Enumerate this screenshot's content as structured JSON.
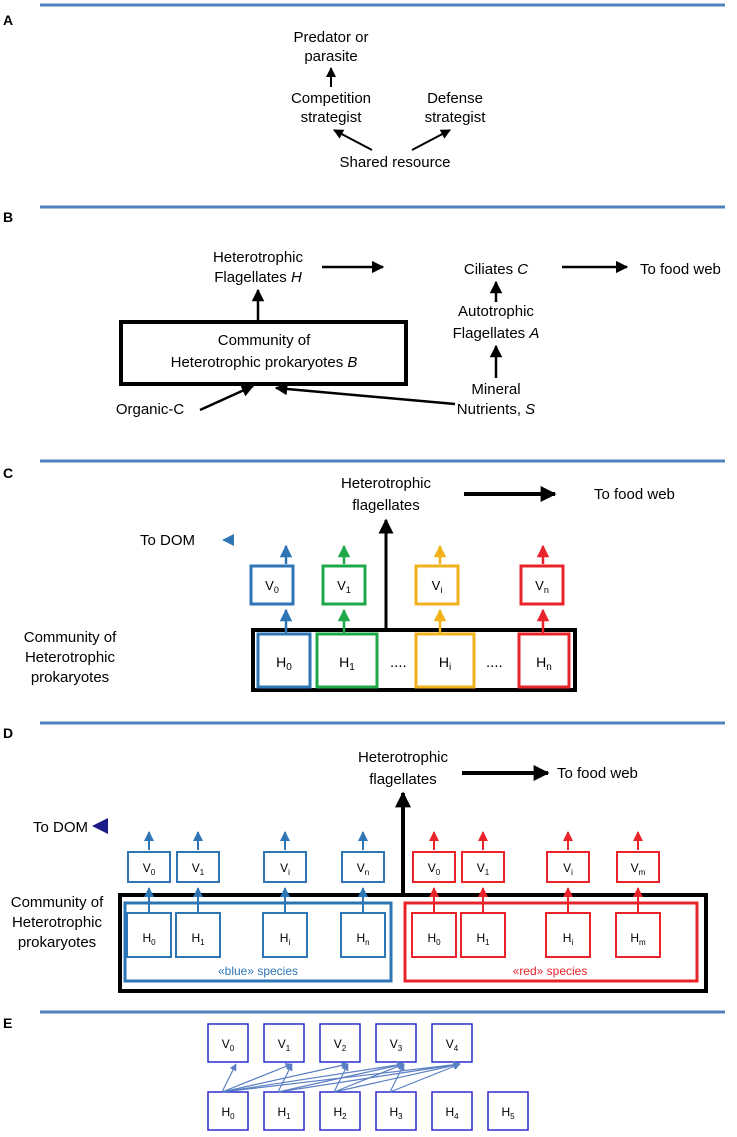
{
  "panels": {
    "a": {
      "label": "A",
      "predator_l1": "Predator or",
      "predator_l2": "parasite",
      "competition_l1": "Competition",
      "competition_l2": "strategist",
      "defense_l1": "Defense",
      "defense_l2": "strategist",
      "shared": "Shared resource"
    },
    "b": {
      "label": "B",
      "hf_l1": "Heterotrophic",
      "hf_l2": "Flagellates",
      "hf_sym": "H",
      "ciliates": "Ciliates",
      "ciliates_sym": "C",
      "to_food_web": "To food web",
      "comm_l1": "Community of",
      "comm_l2": "Heterotrophic prokaryotes",
      "comm_sym": "B",
      "af_l1": "Autotrophic",
      "af_l2": "Flagellates",
      "af_sym": "A",
      "organic": "Organic-C",
      "mineral_l1": "Mineral",
      "mineral_l2": "Nutrients,",
      "mineral_sym": "S"
    },
    "c": {
      "label": "C",
      "hf_l1": "Heterotrophic",
      "hf_l2": "flagellates",
      "to_food_web": "To food web",
      "to_dom": "To DOM",
      "comm_l1": "Community of",
      "comm_l2": "Heterotrophic",
      "comm_l3": "prokaryotes",
      "dots": "....",
      "v": [
        {
          "base": "V",
          "sub": "0",
          "color": "#2e75b6"
        },
        {
          "base": "V",
          "sub": "1",
          "color": "#1fa84a"
        },
        {
          "base": "V",
          "sub": "i",
          "color": "#f2b21c"
        },
        {
          "base": "V",
          "sub": "n",
          "color": "#e8242a"
        }
      ],
      "h": [
        {
          "base": "H",
          "sub": "0",
          "color": "#2e75b6"
        },
        {
          "base": "H",
          "sub": "1",
          "color": "#1fa84a"
        },
        {
          "base": "H",
          "sub": "i",
          "color": "#f2b21c"
        },
        {
          "base": "H",
          "sub": "n",
          "color": "#e8242a"
        }
      ]
    },
    "d": {
      "label": "D",
      "hf_l1": "Heterotrophic",
      "hf_l2": "flagellates",
      "to_food_web": "To food web",
      "to_dom": "To DOM",
      "comm_l1": "Community of",
      "comm_l2": "Heterotrophic",
      "comm_l3": "prokaryotes",
      "blue_species": "«blue» species",
      "red_species": "«red» species",
      "blue_color": "#2e75b6",
      "red_color": "#e8242a",
      "blue_v": [
        {
          "base": "V",
          "sub": "0"
        },
        {
          "base": "V",
          "sub": "1"
        },
        {
          "base": "V",
          "sub": "i"
        },
        {
          "base": "V",
          "sub": "n"
        }
      ],
      "blue_h": [
        {
          "base": "H",
          "sub": "0"
        },
        {
          "base": "H",
          "sub": "1"
        },
        {
          "base": "H",
          "sub": "i"
        },
        {
          "base": "H",
          "sub": "n"
        }
      ],
      "red_v": [
        {
          "base": "V",
          "sub": "0"
        },
        {
          "base": "V",
          "sub": "1"
        },
        {
          "base": "V",
          "sub": "i"
        },
        {
          "base": "V",
          "sub": "m"
        }
      ],
      "red_h": [
        {
          "base": "H",
          "sub": "0"
        },
        {
          "base": "H",
          "sub": "1"
        },
        {
          "base": "H",
          "sub": "i"
        },
        {
          "base": "H",
          "sub": "m"
        }
      ]
    },
    "e": {
      "label": "E",
      "color": "#2b2bcf",
      "arrow_color": "#5b7fc4",
      "v": [
        {
          "base": "V",
          "sub": "0"
        },
        {
          "base": "V",
          "sub": "1"
        },
        {
          "base": "V",
          "sub": "2"
        },
        {
          "base": "V",
          "sub": "3"
        },
        {
          "base": "V",
          "sub": "4"
        }
      ],
      "h": [
        {
          "base": "H",
          "sub": "0"
        },
        {
          "base": "H",
          "sub": "1"
        },
        {
          "base": "H",
          "sub": "2"
        },
        {
          "base": "H",
          "sub": "3"
        },
        {
          "base": "H",
          "sub": "4"
        },
        {
          "base": "H",
          "sub": "5"
        }
      ]
    }
  },
  "separator_color": "#4f81bd"
}
